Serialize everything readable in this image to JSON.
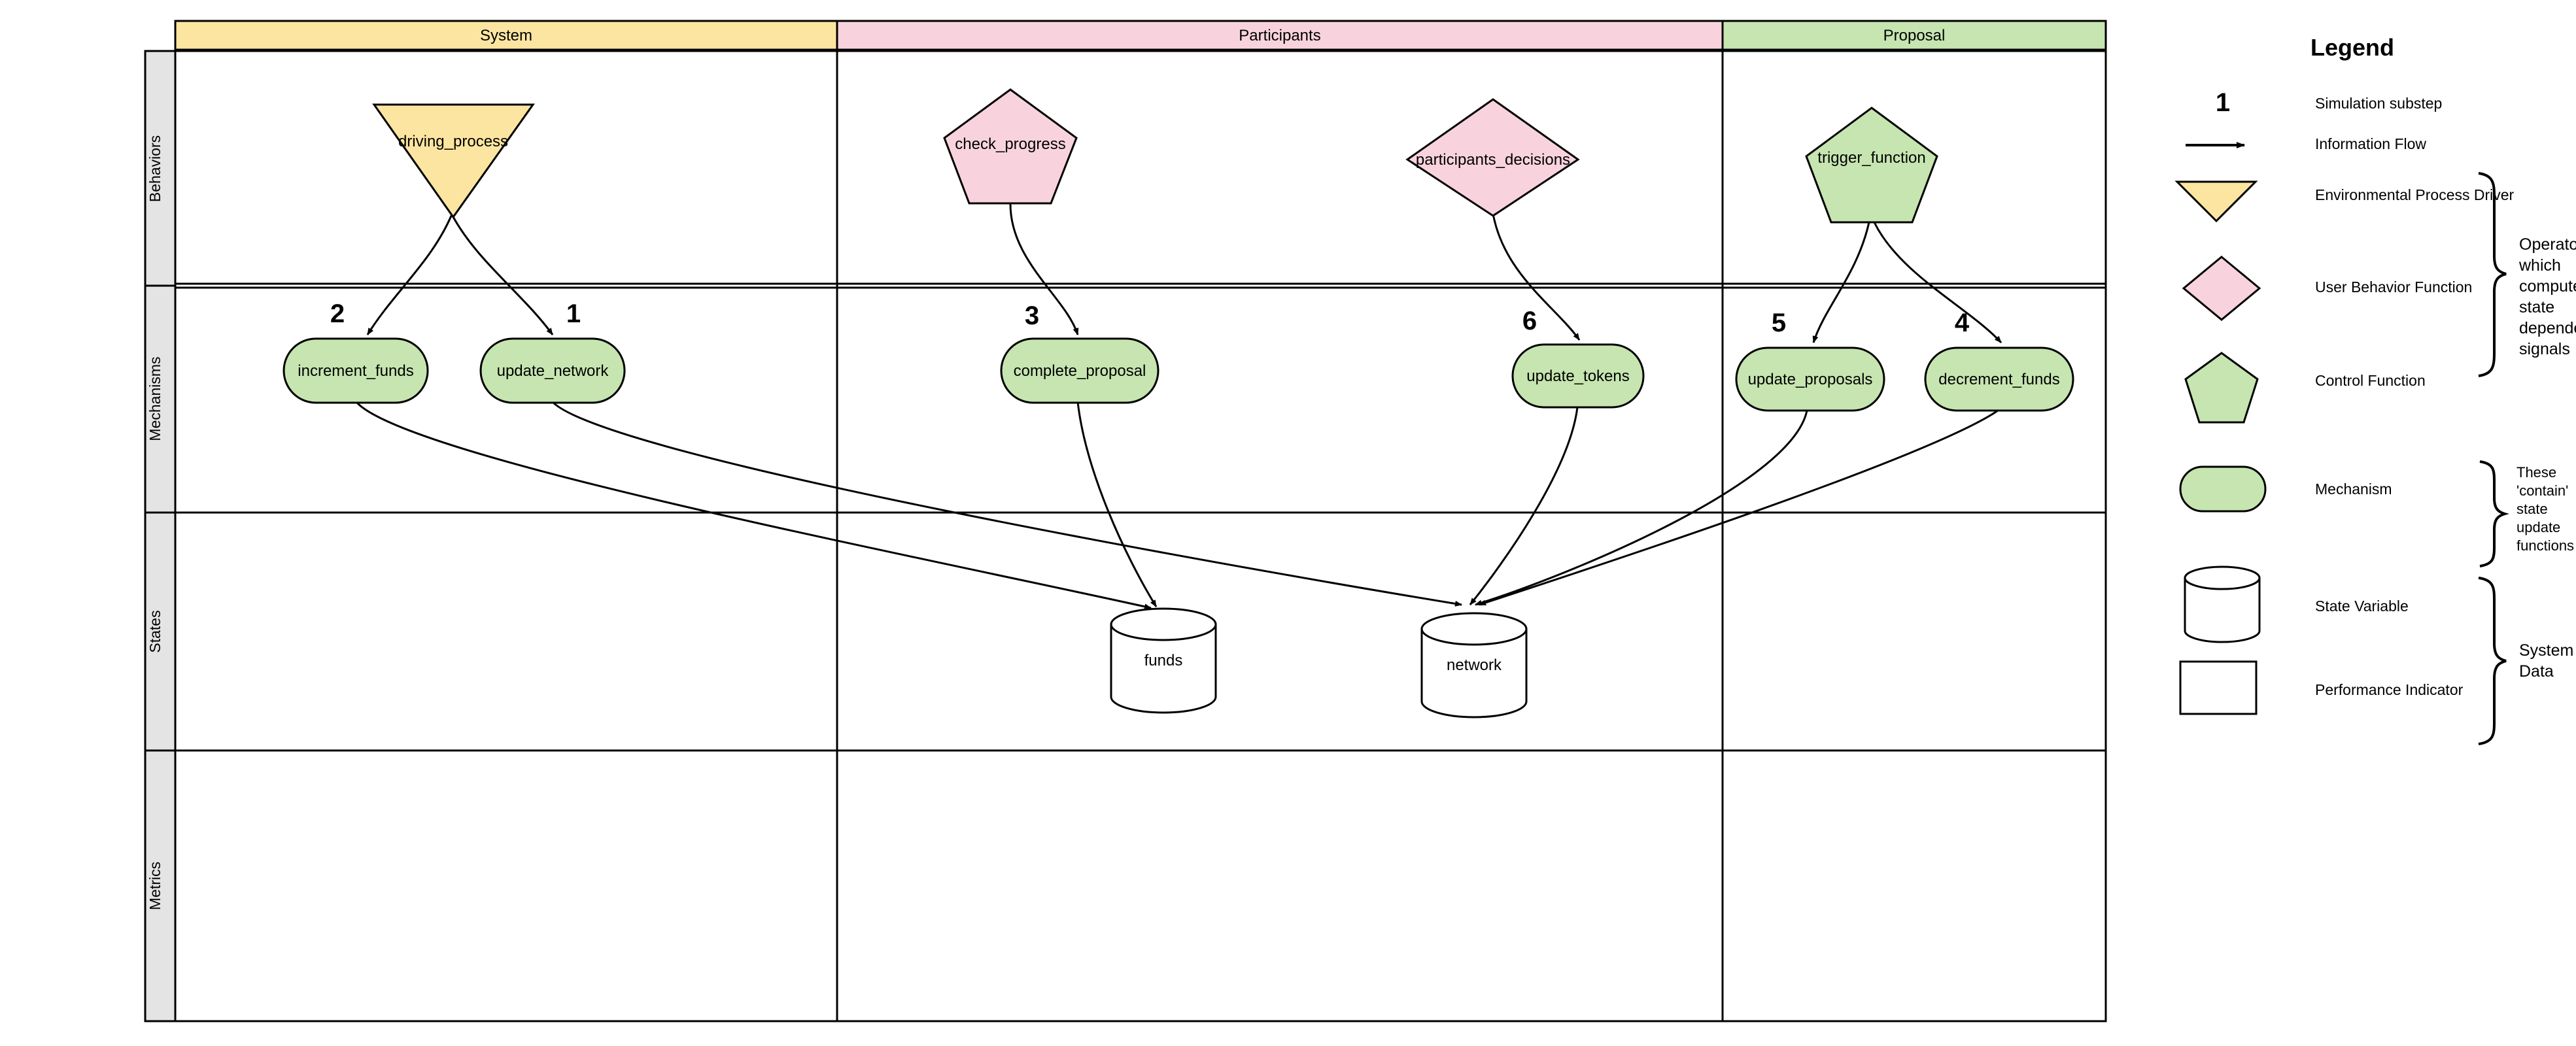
{
  "diagram": {
    "title_legend": "Legend",
    "columns": [
      {
        "id": "system",
        "label": "System",
        "color": "#fbe5a0"
      },
      {
        "id": "participants",
        "label": "Participants",
        "color": "#f8d3de"
      },
      {
        "id": "proposal",
        "label": "Proposal",
        "color": "#c6e5b0"
      }
    ],
    "rows": [
      {
        "id": "behaviors",
        "label": "Behaviors"
      },
      {
        "id": "mechanisms",
        "label": "Mechanisms"
      },
      {
        "id": "states",
        "label": "States"
      },
      {
        "id": "metrics",
        "label": "Metrics"
      }
    ],
    "behavior_nodes": [
      {
        "id": "driving_process",
        "label": "driving_process",
        "shape": "triangle-down",
        "fill": "#fbe5a0",
        "column": "system"
      },
      {
        "id": "check_progress",
        "label": "check_progress",
        "shape": "pentagon",
        "fill": "#f8d3de",
        "column": "participants"
      },
      {
        "id": "participants_decisions",
        "label": "participants_decisions",
        "shape": "diamond",
        "fill": "#f8d3de",
        "column": "participants"
      },
      {
        "id": "trigger_function",
        "label": "trigger_function",
        "shape": "pentagon",
        "fill": "#c6e5b0",
        "column": "proposal"
      }
    ],
    "mechanism_nodes": [
      {
        "id": "increment_funds",
        "label": "increment_funds",
        "step": "2",
        "fill": "#c6e5b0",
        "column": "system"
      },
      {
        "id": "update_network",
        "label": "update_network",
        "step": "1",
        "fill": "#c6e5b0",
        "column": "system"
      },
      {
        "id": "complete_proposal",
        "label": "complete_proposal",
        "step": "3",
        "fill": "#c6e5b0",
        "column": "participants"
      },
      {
        "id": "update_tokens",
        "label": "update_tokens",
        "step": "6",
        "fill": "#c6e5b0",
        "column": "participants"
      },
      {
        "id": "update_proposals",
        "label": "update_proposals",
        "step": "5",
        "fill": "#c6e5b0",
        "column": "proposal"
      },
      {
        "id": "decrement_funds",
        "label": "decrement_funds",
        "step": "4",
        "fill": "#c6e5b0",
        "column": "proposal"
      }
    ],
    "state_nodes": [
      {
        "id": "funds",
        "label": "funds",
        "shape": "cylinder"
      },
      {
        "id": "network",
        "label": "network",
        "shape": "cylinder"
      }
    ],
    "metric_nodes": []
  },
  "legend": {
    "title": "Legend",
    "items": [
      {
        "id": "simulation-substep",
        "symbol": "number",
        "symbol_text": "1",
        "label": "Simulation substep"
      },
      {
        "id": "information-flow",
        "symbol": "arrow",
        "symbol_text": "",
        "label": "Information Flow"
      },
      {
        "id": "environmental-process-driver",
        "symbol": "triangle-down",
        "symbol_text": "",
        "label": "Environmental Process Driver"
      },
      {
        "id": "user-behavior-function",
        "symbol": "diamond",
        "symbol_text": "",
        "label": "User Behavior Function"
      },
      {
        "id": "control-function",
        "symbol": "pentagon",
        "symbol_text": "",
        "label": "Control Function"
      },
      {
        "id": "mechanism",
        "symbol": "rounded-rect",
        "symbol_text": "",
        "label": "Mechanism"
      },
      {
        "id": "state-variable",
        "symbol": "cylinder",
        "symbol_text": "",
        "label": "State Variable"
      },
      {
        "id": "performance-indicator",
        "symbol": "rect",
        "symbol_text": "",
        "label": "Performance Indicator"
      }
    ],
    "braces": [
      {
        "id": "operators-brace",
        "lines": [
          "Operators",
          "which",
          "computes",
          "state",
          "dependent",
          "signals"
        ]
      },
      {
        "id": "contain-brace",
        "lines": [
          "These",
          "'contain'",
          "state",
          "update",
          "functions"
        ]
      },
      {
        "id": "system-data-brace",
        "lines": [
          "System",
          "Data"
        ]
      }
    ],
    "colors": {
      "yellow": "#fbe5a0",
      "pink": "#f8d3de",
      "green": "#c6e5b0",
      "stroke": "#000000"
    }
  }
}
